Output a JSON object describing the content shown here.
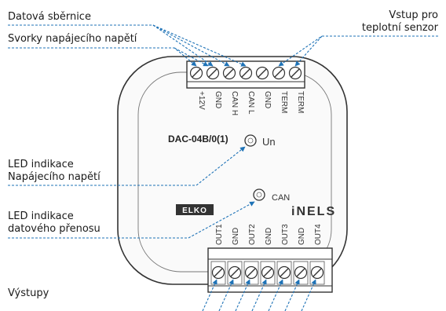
{
  "device": {
    "model": "DAC-04B/0(1)",
    "brand_left": "ELKO",
    "brand_right": "iNELS",
    "top_terminals": [
      "+12V",
      "GND",
      "CAN H",
      "CAN L",
      "GND",
      "TERM",
      "TERM"
    ],
    "bottom_terminals": [
      "OUT1",
      "GND",
      "OUT2",
      "GND",
      "OUT3",
      "GND",
      "OUT4"
    ],
    "led_un_label": "Un",
    "led_can_label": "CAN"
  },
  "callouts": {
    "data_bus": "Datová sběrnice",
    "supply_terminals": "Svorky napájecího napětí",
    "temp_sensor_line1": "Vstup pro",
    "temp_sensor_line2": "teplotní senzor",
    "led_power_line1": "LED indikace",
    "led_power_line2": "Napájecího napětí",
    "led_data_line1": "LED indikace",
    "led_data_line2": "datového přenosu",
    "outputs": "Výstupy"
  },
  "colors": {
    "callout_line": "#1f73b7",
    "outline": "#333333",
    "body_fill": "#fafafa"
  }
}
